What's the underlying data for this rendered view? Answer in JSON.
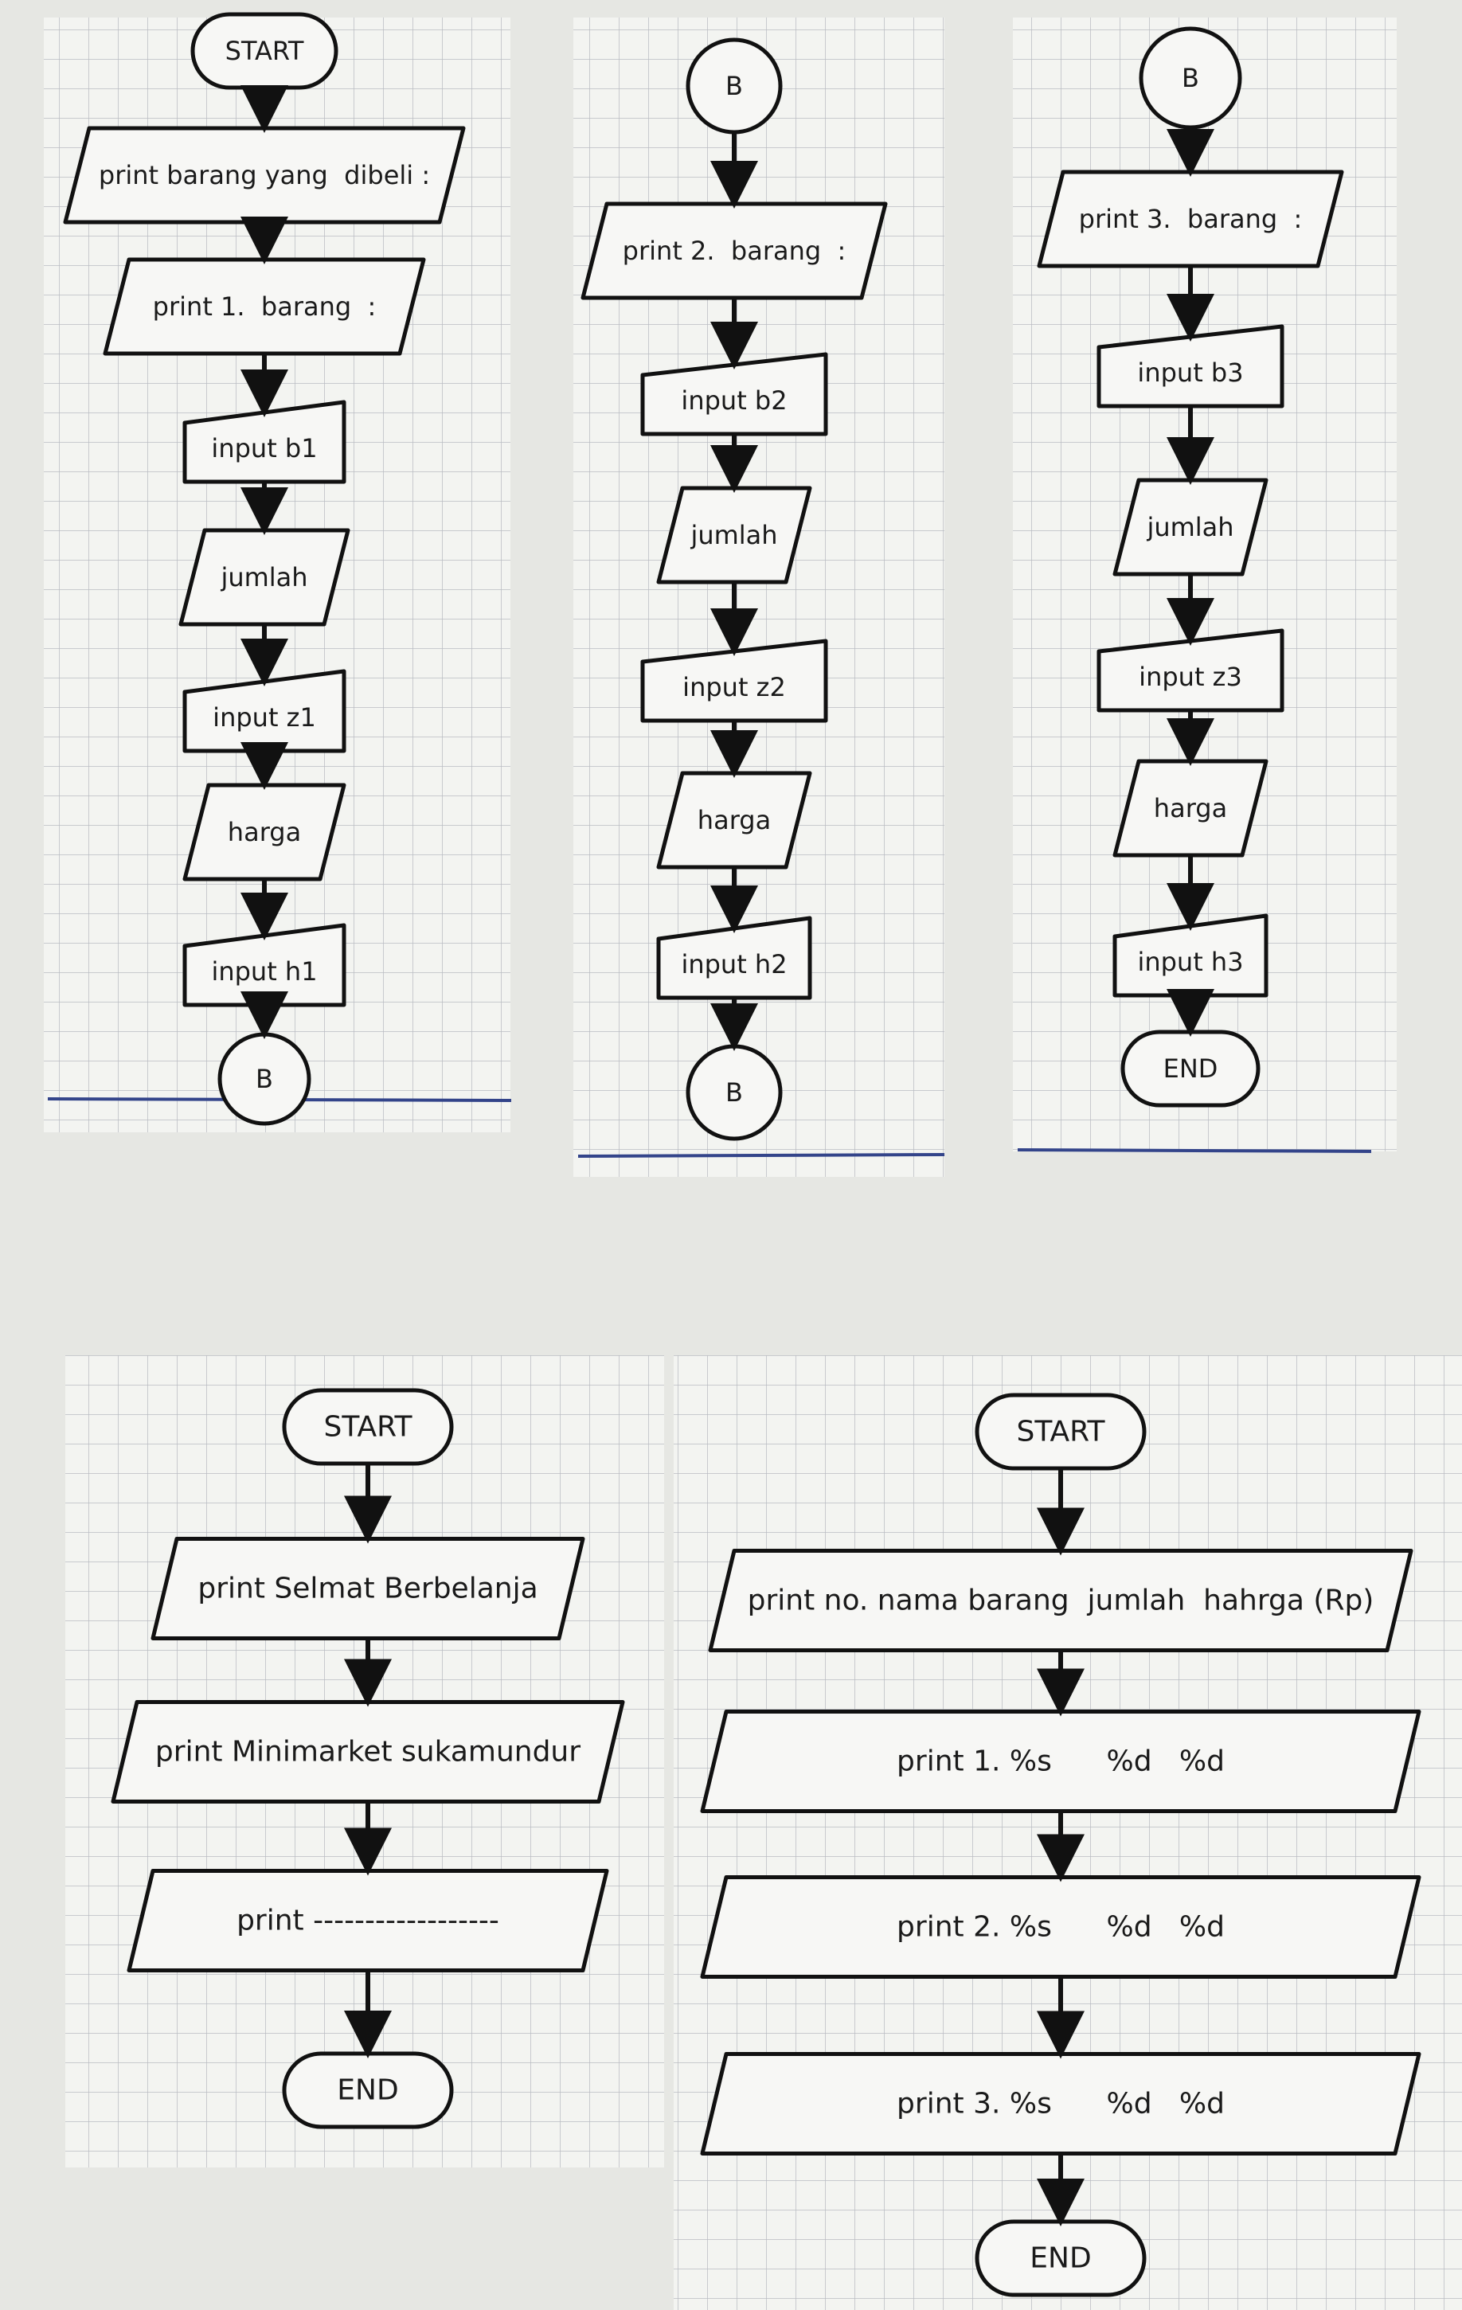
{
  "flowcharts": [
    {
      "id": "chart-input-1",
      "nodes": [
        {
          "kind": "terminal",
          "text": "START"
        },
        {
          "kind": "io",
          "text": "print barang yang  dibeli :"
        },
        {
          "kind": "io",
          "text": "print 1.  barang  :"
        },
        {
          "kind": "manual",
          "text": "input b1"
        },
        {
          "kind": "io",
          "text": "jumlah"
        },
        {
          "kind": "manual",
          "text": "input z1"
        },
        {
          "kind": "io",
          "text": "harga"
        },
        {
          "kind": "manual",
          "text": "input h1"
        },
        {
          "kind": "connector",
          "text": "B"
        }
      ]
    },
    {
      "id": "chart-input-2",
      "nodes": [
        {
          "kind": "connector",
          "text": "B"
        },
        {
          "kind": "io",
          "text": "print 2.  barang  :"
        },
        {
          "kind": "manual",
          "text": "input b2"
        },
        {
          "kind": "io",
          "text": "jumlah"
        },
        {
          "kind": "manual",
          "text": "input z2"
        },
        {
          "kind": "io",
          "text": "harga"
        },
        {
          "kind": "manual",
          "text": "input h2"
        },
        {
          "kind": "connector",
          "text": "B"
        }
      ]
    },
    {
      "id": "chart-input-3",
      "nodes": [
        {
          "kind": "connector",
          "text": "B"
        },
        {
          "kind": "io",
          "text": "print 3.  barang  :"
        },
        {
          "kind": "manual",
          "text": "input b3"
        },
        {
          "kind": "io",
          "text": "jumlah"
        },
        {
          "kind": "manual",
          "text": "input z3"
        },
        {
          "kind": "io",
          "text": "harga"
        },
        {
          "kind": "manual",
          "text": "input h3"
        },
        {
          "kind": "terminal",
          "text": "END"
        }
      ]
    },
    {
      "id": "chart-header",
      "nodes": [
        {
          "kind": "terminal",
          "text": "START"
        },
        {
          "kind": "io",
          "text": "print Selmat Berbelanja"
        },
        {
          "kind": "io",
          "text": "print Minimarket sukamundur"
        },
        {
          "kind": "io",
          "text": "print ------------------"
        },
        {
          "kind": "terminal",
          "text": "END"
        }
      ]
    },
    {
      "id": "chart-output",
      "nodes": [
        {
          "kind": "terminal",
          "text": "START"
        },
        {
          "kind": "io",
          "text": "print no. nama barang  jumlah  hahrga (Rp)"
        },
        {
          "kind": "io",
          "text": "print 1. %s      %d   %d"
        },
        {
          "kind": "io",
          "text": "print 2. %s      %d   %d"
        },
        {
          "kind": "io",
          "text": "print 3. %s      %d   %d"
        },
        {
          "kind": "terminal",
          "text": "END"
        }
      ]
    }
  ]
}
